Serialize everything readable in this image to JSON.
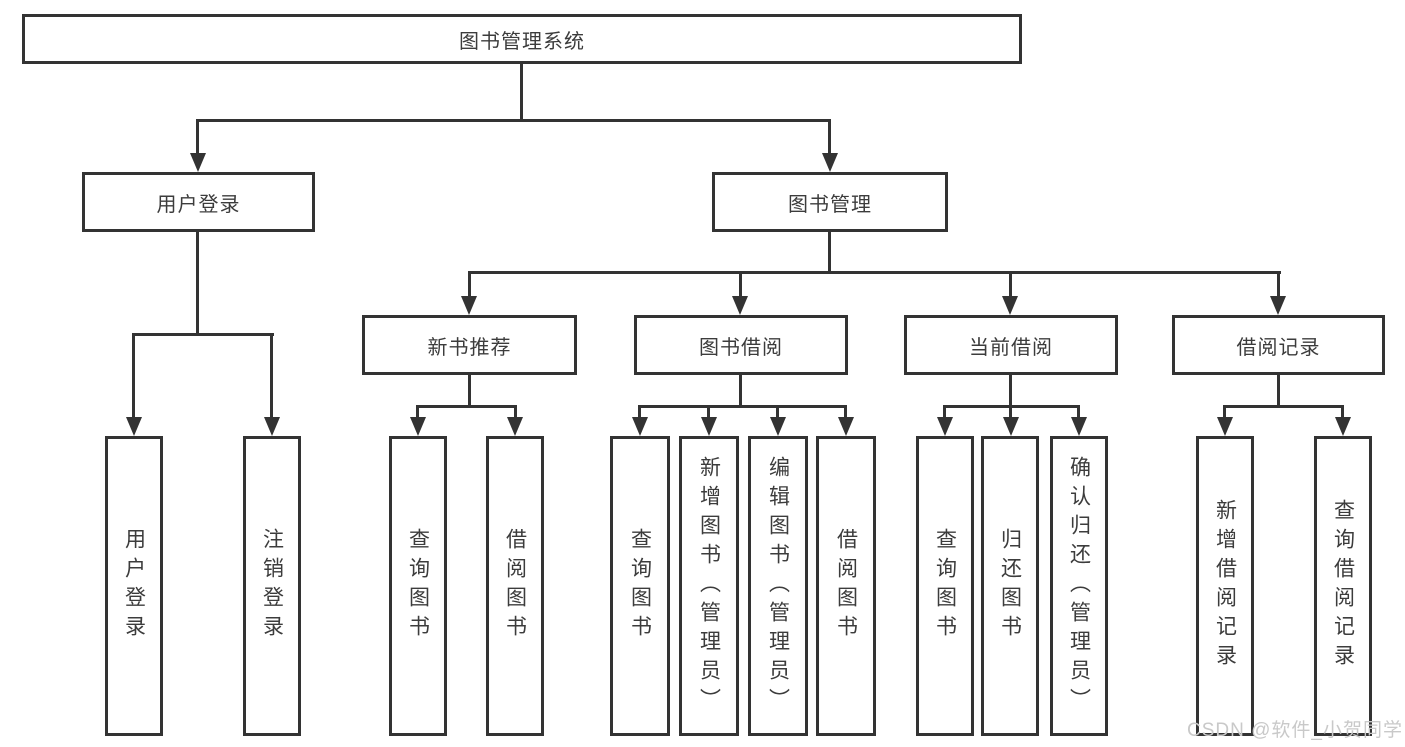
{
  "colors": {
    "line": "#333333",
    "text": "#3c3c3c",
    "watermark": "#c9c9c9",
    "background": "#ffffff"
  },
  "tree": {
    "root": {
      "label": "图书管理系统"
    },
    "children": [
      {
        "label": "用户登录",
        "children": [
          {
            "label": "用户登录"
          },
          {
            "label": "注销登录"
          }
        ]
      },
      {
        "label": "图书管理",
        "children": [
          {
            "label": "新书推荐",
            "children": [
              {
                "label": "查询图书"
              },
              {
                "label": "借阅图书"
              }
            ]
          },
          {
            "label": "图书借阅",
            "children": [
              {
                "label": "查询图书"
              },
              {
                "label": "新增图书（管理员）"
              },
              {
                "label": "编辑图书（管理员）"
              },
              {
                "label": "借阅图书"
              }
            ]
          },
          {
            "label": "当前借阅",
            "children": [
              {
                "label": "查询图书"
              },
              {
                "label": "归还图书"
              },
              {
                "label": "确认归还（管理员）"
              }
            ]
          },
          {
            "label": "借阅记录",
            "children": [
              {
                "label": "新增借阅记录"
              },
              {
                "label": "查询借阅记录"
              }
            ]
          }
        ]
      }
    ]
  },
  "watermark": {
    "text": "CSDN @软件_小贺同学"
  }
}
